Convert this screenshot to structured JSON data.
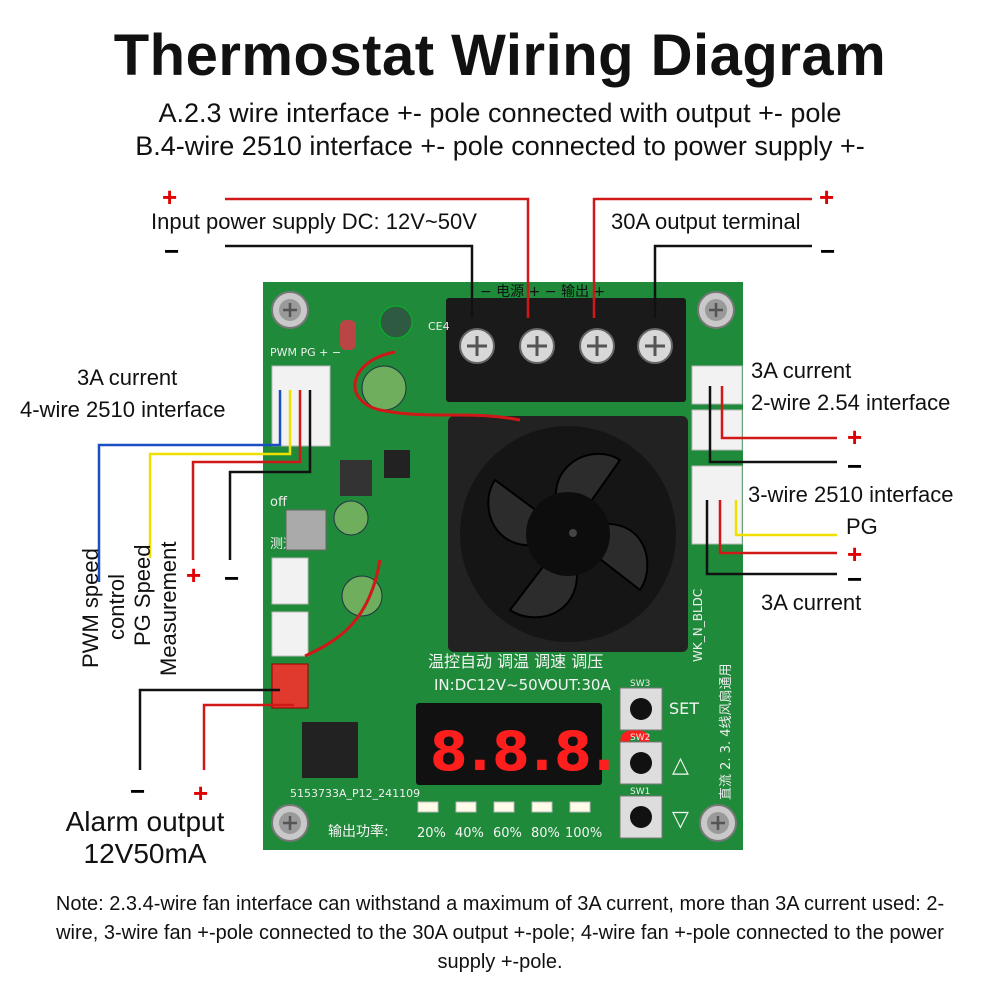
{
  "title": "Thermostat Wiring Diagram",
  "subtitle_a": "A.2.3 wire interface +- pole connected with output +- pole",
  "subtitle_b": "B.4-wire 2510 interface +- pole connected to power supply +-",
  "signs": {
    "plus": "+",
    "minus": "−"
  },
  "labels": {
    "input_power": "Input power supply DC: 12V~50V",
    "output_terminal": "30A output terminal",
    "left_4wire_current": "3A current",
    "left_4wire_name": "4-wire 2510 interface",
    "right_2wire_current": "3A current",
    "right_2wire_name": "2-wire 2.54 interface",
    "right_3wire_name": "3-wire 2510 interface",
    "right_3wire_pg": "PG",
    "right_3wire_current": "3A current",
    "pwm_line1": "PWM speed",
    "pwm_line2": "control",
    "pg_speed": "PG Speed",
    "measurement": "Measurement",
    "alarm_line1": "Alarm output",
    "alarm_line2": "12V50mA"
  },
  "board": {
    "input_label": "IN:DC12V~50V",
    "output_label": "OUT:30A",
    "mode_labels": "温控自动 调温 调速 调压",
    "side_label": "直流 2. 3. 4线风扇通用",
    "model_label": "WK_N_BLDC",
    "terminal_label": "− 电源 +  − 输出 +",
    "display": "8.8.8.8",
    "button_set": "SET",
    "button_up": "△",
    "button_down": "▽",
    "sw3": "SW3",
    "sw2": "SW2",
    "sw1": "SW1",
    "power_label": "输出功率:",
    "power_steps": [
      "20%",
      "40%",
      "60%",
      "80%",
      "100%"
    ],
    "serial": "5153733A_P12_241109",
    "header_pins": "PWM PG + −",
    "speed_label": "测速",
    "off_label": "off",
    "ce4": "CE4"
  },
  "note": "Note: 2.3.4-wire fan interface can withstand a maximum of 3A current, more than 3A current used: 2-wire, 3-wire fan +-pole connected to the 30A output +-pole; 4-wire fan +-pole connected to the power supply +-pole.",
  "colors": {
    "pcb": "#1f8a3a",
    "pcb_dark": "#15662a",
    "wire_red": "#d01818",
    "wire_black": "#111111",
    "wire_blue": "#1a4fc4",
    "wire_yellow": "#f0e000",
    "led_red": "#ff1e1e",
    "plus_red": "#e00000"
  }
}
